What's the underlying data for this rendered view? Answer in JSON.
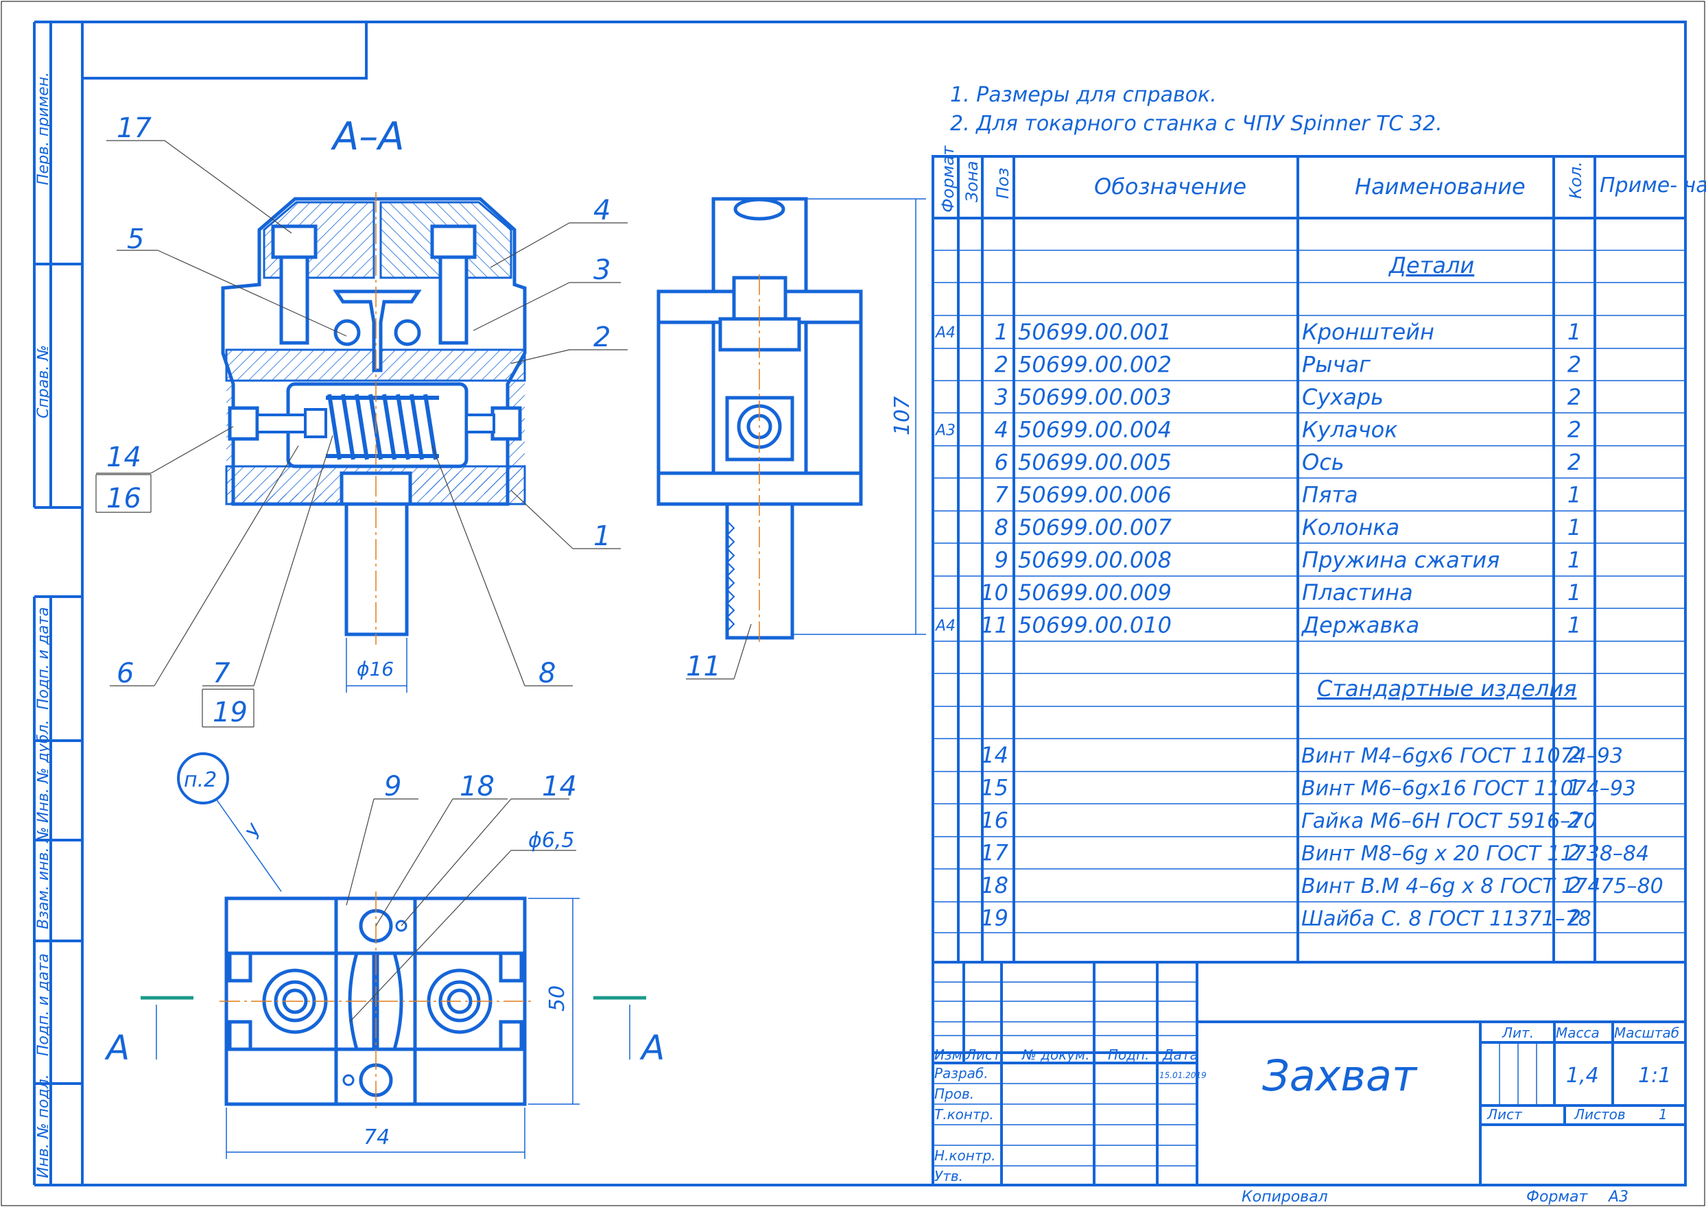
{
  "notes": [
    "1. Размеры для справок.",
    "2. Для токарного станка с ЧПУ Spinner TC 32."
  ],
  "section_label": "А–А",
  "left_strip": [
    "Перв. примен.",
    "Справ. №",
    "Подп. и дата",
    "Инв. № дубл.",
    "Взам. инв. №",
    "Подп. и дата",
    "Инв. № подл."
  ],
  "spec_header": {
    "format": "Формат",
    "zone": "Зона",
    "pos": "Поз",
    "designation": "Обозначение",
    "name": "Наименование",
    "qty": "Кол.",
    "note": "Приме- чание"
  },
  "spec_sections": {
    "details": "Детали",
    "standard": "Стандартные изделия"
  },
  "spec_rows": [
    {
      "fmt": "А4",
      "pos": "1",
      "des": "50699.00.001",
      "name": "Кронштейн",
      "qty": "1"
    },
    {
      "fmt": "",
      "pos": "2",
      "des": "50699.00.002",
      "name": "Рычаг",
      "qty": "2"
    },
    {
      "fmt": "",
      "pos": "3",
      "des": "50699.00.003",
      "name": "Сухарь",
      "qty": "2"
    },
    {
      "fmt": "А3",
      "pos": "4",
      "des": "50699.00.004",
      "name": "Кулачок",
      "qty": "2"
    },
    {
      "fmt": "",
      "pos": "6",
      "des": "50699.00.005",
      "name": "Ось",
      "qty": "2"
    },
    {
      "fmt": "",
      "pos": "7",
      "des": "50699.00.006",
      "name": "Пята",
      "qty": "1"
    },
    {
      "fmt": "",
      "pos": "8",
      "des": "50699.00.007",
      "name": "Колонка",
      "qty": "1"
    },
    {
      "fmt": "",
      "pos": "9",
      "des": "50699.00.008",
      "name": "Пружина сжатия",
      "qty": "1"
    },
    {
      "fmt": "",
      "pos": "10",
      "des": "50699.00.009",
      "name": "Пластина",
      "qty": "1"
    },
    {
      "fmt": "А4",
      "pos": "11",
      "des": "50699.00.010",
      "name": "Державка",
      "qty": "1"
    }
  ],
  "std_rows": [
    {
      "pos": "14",
      "name": "Винт М4–6gx6 ГОСТ 11074–93",
      "qty": "2"
    },
    {
      "pos": "15",
      "name": "Винт М6–6gx16 ГОСТ 11074–93",
      "qty": "1"
    },
    {
      "pos": "16",
      "name": "Гайка М6–6Н ГОСТ 5916–70",
      "qty": "2"
    },
    {
      "pos": "17",
      "name": "Винт М8–6g x 20 ГОСТ 11738–84",
      "qty": "2"
    },
    {
      "pos": "18",
      "name": "Винт В.М 4–6g x 8 ГОСТ 17475–80",
      "qty": "2"
    },
    {
      "pos": "19",
      "name": "Шайба С. 8 ГОСТ 11371–78",
      "qty": "2"
    }
  ],
  "title_block": {
    "title": "Захват",
    "izm": "Изм.",
    "list": "Лист",
    "doc": "№ докум.",
    "podp": "Подп.",
    "data": "Дата",
    "razrab": "Разраб.",
    "prov": "Пров.",
    "tkontr": "Т.контр.",
    "nkontr": "Н.контр.",
    "utv": "Утв.",
    "date_value": "15.01.2019",
    "lit": "Лит.",
    "massa": "Масса",
    "masshtab": "Масштаб",
    "mass_value": "1,4",
    "scale_value": "1:1",
    "sheet": "Лист",
    "sheets": "Листов",
    "sheets_value": "1",
    "copied": "Копировал",
    "format": "Формат",
    "format_value": "А3"
  },
  "callouts": {
    "c17": "17",
    "c5": "5",
    "c4": "4",
    "c3": "3",
    "c2": "2",
    "c14": "14",
    "c16": "16",
    "c1": "1",
    "c6": "6",
    "c7": "7",
    "c19": "19",
    "c8": "8",
    "c11": "11",
    "c9": "9",
    "c18": "18",
    "c14b": "14",
    "p2": "п.2"
  },
  "dims": {
    "d16": "ϕ16",
    "d107": "107",
    "d65": "ϕ6,5",
    "d50": "50",
    "d74": "74"
  },
  "view_marks": {
    "a_left": "А",
    "a_right": "А",
    "arrow_mark": "У"
  }
}
